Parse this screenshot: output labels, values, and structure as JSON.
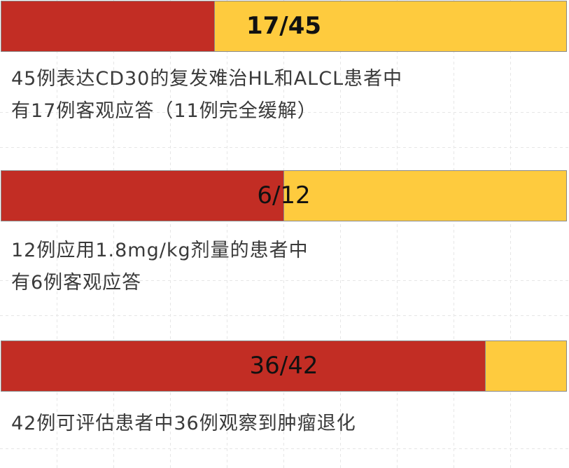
{
  "colors": {
    "responded": "#c22d24",
    "remainder": "#fecb3e",
    "grid": "#e6e6e6"
  },
  "chart_data": {
    "type": "bar",
    "orientation": "horizontal",
    "stacked": true,
    "grid": true,
    "items": [
      {
        "label": "17/45",
        "value": 17,
        "total": 45,
        "label_bold": true,
        "description_lines": [
          "45例表达CD30的复发难治HL和ALCL患者中",
          "有17例客观应答（11例完全缓解）"
        ]
      },
      {
        "label": "6/12",
        "value": 6,
        "total": 12,
        "label_bold": false,
        "description_lines": [
          "12例应用1.8mg/kg剂量的患者中",
          "有6例客观应答"
        ]
      },
      {
        "label": "36/42",
        "value": 36,
        "total": 42,
        "label_bold": false,
        "description_lines": [
          "42例可评估患者中36例观察到肿瘤退化"
        ]
      }
    ]
  }
}
